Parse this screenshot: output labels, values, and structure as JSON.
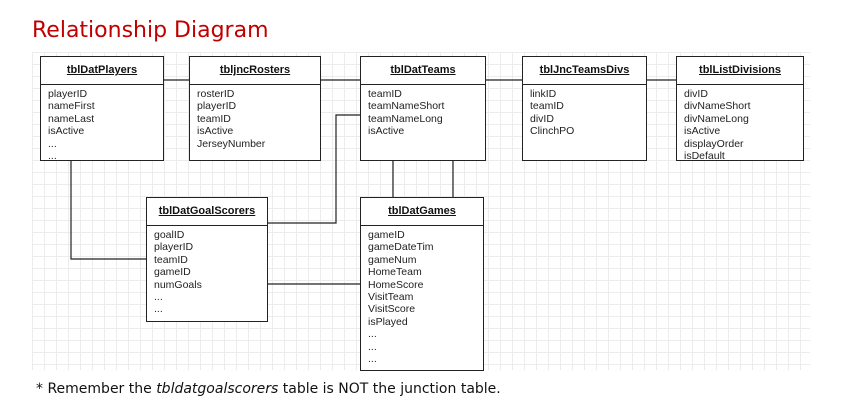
{
  "title": "Relationship Diagram",
  "tables": {
    "players": {
      "name": "tblDatPlayers",
      "fields": [
        "playerID",
        "nameFirst",
        "nameLast",
        "isActive",
        "...",
        "..."
      ]
    },
    "rosters": {
      "name": "tbljncRosters",
      "fields": [
        "rosterID",
        "playerID",
        "teamID",
        "isActive",
        "JerseyNumber"
      ]
    },
    "teams": {
      "name": "tblDatTeams",
      "fields": [
        "teamID",
        "teamNameShort",
        "teamNameLong",
        "isActive"
      ]
    },
    "teamsdivs": {
      "name": "tblJncTeamsDivs",
      "fields": [
        "linkID",
        "teamID",
        "divID",
        "ClinchPO"
      ]
    },
    "divisions": {
      "name": "tblListDivisions",
      "fields": [
        "divID",
        "divNameShort",
        "divNameLong",
        "isActive",
        "displayOrder",
        "isDefault"
      ]
    },
    "goalscorers": {
      "name": "tblDatGoalScorers",
      "fields": [
        "goalID",
        "playerID",
        "teamID",
        "gameID",
        "numGoals",
        "...",
        "..."
      ]
    },
    "games": {
      "name": "tblDatGames",
      "fields": [
        "gameID",
        "gameDateTim",
        "gameNum",
        "HomeTeam",
        "HomeScore",
        "VisitTeam",
        "VisitScore",
        "isPlayed",
        "...",
        "...",
        "..."
      ]
    }
  },
  "note": {
    "prefix": "* Remember the ",
    "emphasis": "tbldatgoalscorers",
    "suffix": " table is NOT the junction table."
  },
  "colors": {
    "title": "#c00000",
    "border": "#222222",
    "grid": "#ececec"
  }
}
